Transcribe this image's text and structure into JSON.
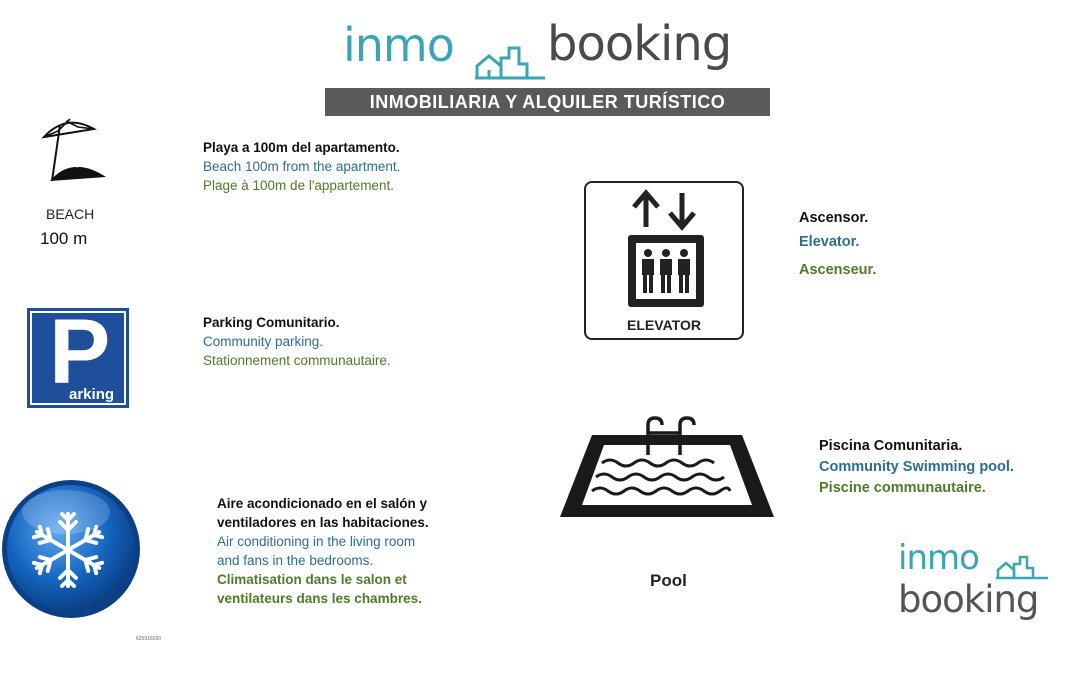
{
  "header": {
    "logo_word1": "inmo",
    "logo_word2": "booking",
    "tagline": "INMOBILIARIA Y ALQUILER TURÍSTICO"
  },
  "beach": {
    "icon": "beach-umbrella-icon",
    "caption": "BEACH",
    "distance": "100 m",
    "es": "Playa a 100m del apartamento.",
    "en": "Beach 100m from the apartment.",
    "fr": "Plage à 100m de l'appartement."
  },
  "parking": {
    "icon": "parking-sign-icon",
    "sign_letter": "P",
    "sign_word": "arking",
    "es": "Parking Comunitario.",
    "en": "Community parking.",
    "fr": "Stationnement communautaire."
  },
  "aircon": {
    "icon": "snowflake-icon",
    "es_line1": "Aire acondicionado en el salón y",
    "es_line2": "ventiladores en las habitaciones.",
    "en_line1": "Air conditioning  in the  living room",
    "en_line2": "and fans in the  bedrooms.",
    "fr_line1": "Climatisation dans le salon et",
    "fr_line2": "ventilateurs dans les chambres.",
    "small_code": "625916020"
  },
  "elevator": {
    "icon": "elevator-icon",
    "sign_label": "ELEVATOR",
    "es": "Ascensor.",
    "en": "Elevator.",
    "fr": "Ascenseur."
  },
  "pool": {
    "icon": "swimming-pool-icon",
    "caption": "Pool",
    "es": "Piscina Comunitaria.",
    "en": "Community Swimming pool.",
    "fr": "Piscine communautaire."
  },
  "footer_logo": {
    "word1": "inmo",
    "word2": "booking"
  },
  "colors": {
    "brand_teal": "#3aa6b5",
    "brand_gray": "#4a4a4a",
    "english_text": "#2d6e8e",
    "french_text": "#4f7a2a",
    "parking_blue": "#1f4e9a",
    "snowflake_blue": "#1565c0"
  }
}
